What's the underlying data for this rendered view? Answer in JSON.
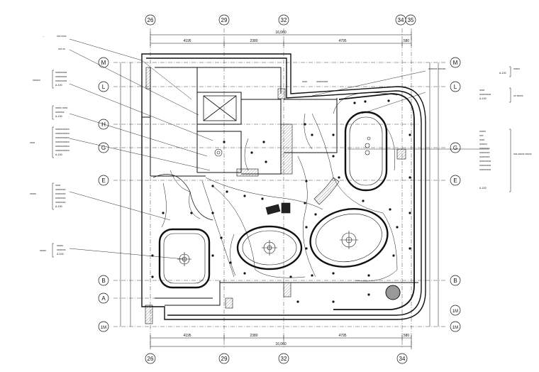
{
  "colors": {
    "ink": "#111111",
    "paper": "#ffffff",
    "fill_dark": "#222222",
    "hatch": "#555555"
  },
  "grid_axes": {
    "columns": [
      "26",
      "29",
      "32",
      "34",
      "35"
    ],
    "rows": [
      "M",
      "L",
      "H",
      "G",
      "E",
      "B",
      "A",
      "1M"
    ]
  },
  "dimensions": {
    "top_segments": [
      "4195",
      "2380",
      "4795",
      "580"
    ],
    "top_total": "16,060",
    "bottom_segments": [
      "4195",
      "2380",
      "4795",
      "580"
    ],
    "bottom_total": "16,060"
  },
  "callouts_left": [
    {
      "label": "...",
      "lines": [
        "xxx xxxx"
      ]
    },
    {
      "label": "...",
      "lines": [
        "xxx xx"
      ]
    },
    {
      "label": "xxxxxx",
      "lines": [
        "xxxxxxxxx",
        "xxxxxxxxx",
        "xxxxxxxxx",
        "A-100"
      ]
    },
    {
      "label": "",
      "lines": [
        "xxxxx  xxxx",
        "xxxxxxx",
        "A-100"
      ]
    },
    {
      "label": "xxxx",
      "lines": [
        "xxxxxxxxxxx",
        "xxxxxxxxxxx",
        "xxxxxxxxxxx",
        "xxxxxxxxxxx",
        "xxxxxxxxxxx",
        "xxxxxxxxxxx",
        "A-100"
      ]
    },
    {
      "label": "xxxxx",
      "lines": [
        "xxxx",
        "xxxxxxxx",
        "xxxxxxxx",
        "xxxxxxxx",
        "xxxxxxxx",
        "A-100"
      ]
    },
    {
      "label": "xxxxx",
      "lines": [
        "xxxxx",
        "xxxxxxx",
        "A-100"
      ]
    }
  ],
  "callouts_right": [
    {
      "label": "xxxxx",
      "lines": [
        "xxxxxxx  xxxxxx",
        "A-100"
      ]
    },
    {
      "label": "xx  xxxxx",
      "lines": [
        "xxxx",
        "xxxxxxxxx",
        "A-100"
      ]
    },
    {
      "label": "xxx-xxxxx  xxxxx",
      "lines": [
        "xxxxx",
        "xxx",
        "xxxx",
        "xxxxxx",
        "xxxxxxxx",
        "xxxxxxxx",
        "xxxxxxxx",
        "xxxxxxxxx",
        "xxxxxxxxx",
        "xxxxxxxxx",
        "A-100"
      ]
    }
  ],
  "plan_notes": [
    "xxxx",
    "xxxxxxxxx"
  ]
}
